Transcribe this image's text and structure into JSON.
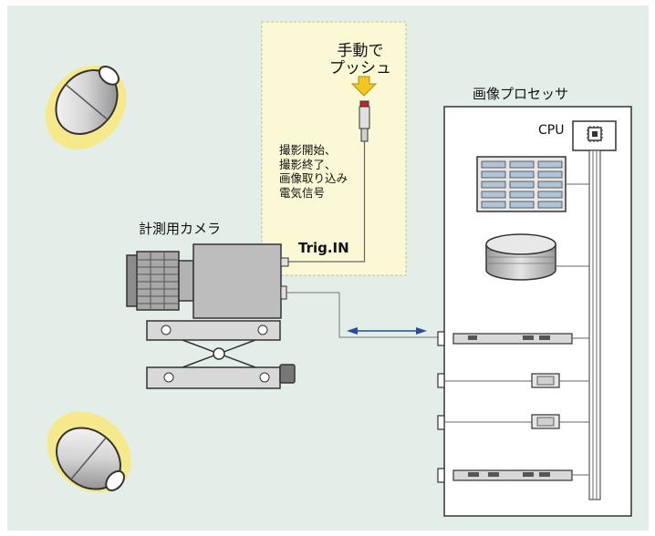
{
  "labels": {
    "manual_push": "手動で\nプッシュ",
    "signal_note": "撮影開始、\n撮影終了、\n画像取り込み\n電気信号",
    "trig_in": "Trig.IN",
    "camera": "計測用カメラ",
    "image_processor": "画像プロセッサ",
    "cpu": "CPU"
  },
  "colors": {
    "background": "#e3eee9",
    "outer_border": "#ffffff",
    "note_panel": "#fbf8d6",
    "note_border": "#c8c08a",
    "light_glow": "#f6e98c",
    "push_arrow": "#f3c623",
    "trigger_red": "#cc2222",
    "link_arrow": "#2b4aa0",
    "device_gray": "#bdbdbd",
    "lens_gray": "#8d8d8d"
  },
  "icons": [
    "light-lamp-icon",
    "push-button-icon",
    "cpu-chip-icon",
    "memory-module-icon",
    "hard-disk-icon",
    "expansion-slot-icon"
  ]
}
